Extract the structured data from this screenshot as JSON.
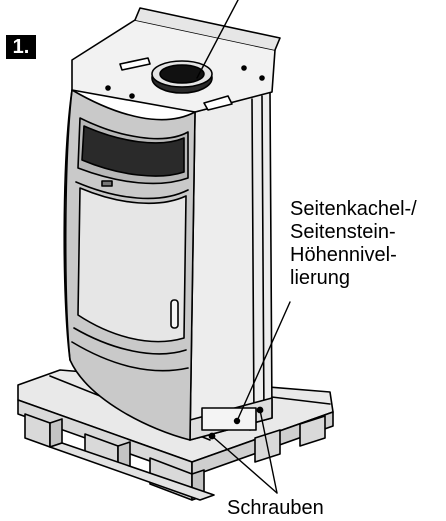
{
  "step": {
    "number": "1."
  },
  "labels": {
    "side_tile_leveling": [
      "Seitenkachel-/",
      "Seitenstein-",
      "Höhennivel-",
      "lierung"
    ],
    "screws": "Schrauben"
  },
  "colors": {
    "outline": "#000000",
    "front_panel": "#c9c9c9",
    "front_panel_dark": "#b7b7b7",
    "glass": "#e6e6e6",
    "window": "#2a2a2a",
    "side_panel": "#ededed",
    "pallet": "#d9d9d9",
    "pallet_top": "#e9e9e9"
  }
}
